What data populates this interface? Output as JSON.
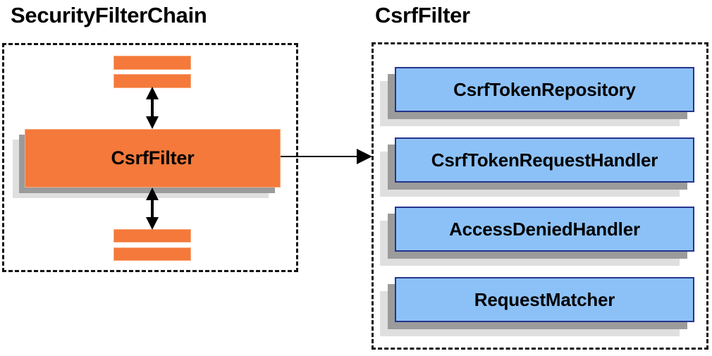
{
  "diagram": {
    "title_left": "SecurityFilterChain",
    "title_right": "CsrfFilter",
    "left_panel": {
      "main_box_label": "CsrfFilter",
      "upper_filter_bars": 2,
      "lower_filter_bars": 2,
      "arrow_up_label": "",
      "arrow_down_label": "",
      "connector_label": ""
    },
    "right_panel": {
      "components": [
        {
          "label": "CsrfTokenRepository"
        },
        {
          "label": "CsrfTokenRequestHandler"
        },
        {
          "label": "AccessDeniedHandler"
        },
        {
          "label": "RequestMatcher"
        }
      ]
    },
    "colors": {
      "orange_fill": "#F4793B",
      "orange_border": "#F9A87B",
      "blue_fill": "#8CC1F7",
      "blue_border": "#26348C",
      "shadow_dark": "#9B9B9B",
      "shadow_light": "#DFDFDF",
      "panel_border": "#111111",
      "text": "#000000",
      "background": "#FFFFFF"
    }
  }
}
